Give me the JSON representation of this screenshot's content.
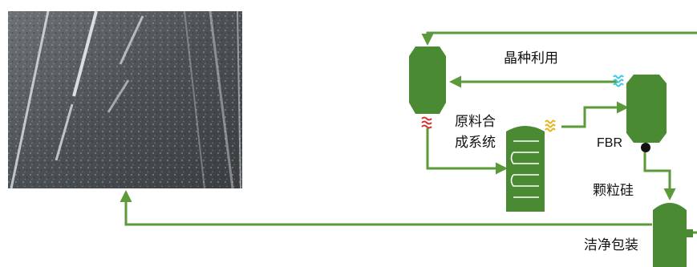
{
  "diagram": {
    "labels": {
      "seed_reuse": "晶种利用",
      "feedstock_synthesis_line1": "原料合",
      "feedstock_synthesis_line2": "成系统",
      "reactor": "FBR",
      "granular_silicon": "颗粒硅",
      "cleaning_packaging": "洁净包装"
    },
    "colors": {
      "flow_green": "#5b9a3a",
      "vessel_green": "#4a8a33",
      "heat_red": "#d4302b",
      "heat_cyan": "#3cc6e0",
      "heat_yellow": "#e8b218",
      "node_black": "#111111"
    },
    "icons": [
      "photo-thumbnail",
      "heater-coil-icon",
      "valve-node-icon"
    ]
  }
}
